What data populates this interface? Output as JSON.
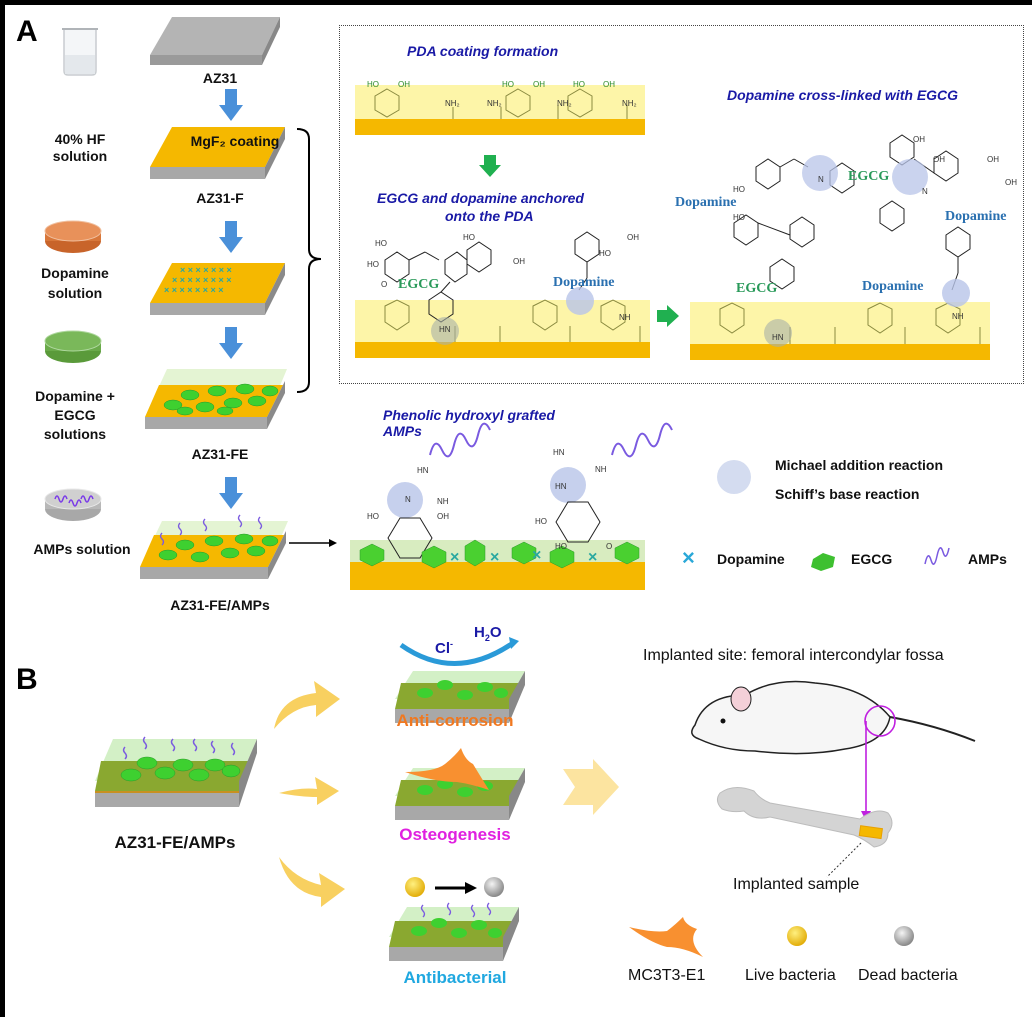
{
  "panels": {
    "a": {
      "letter": "A",
      "steps": [
        {
          "reagent": "",
          "product": "AZ31"
        },
        {
          "reagent": "40% HF\nsolution",
          "product": "AZ31-F",
          "surface_label": "MgF₂ coating"
        },
        {
          "reagent": "Dopamine\nsolution",
          "product": ""
        },
        {
          "reagent": "Dopamine +\nEGCG\nsolutions",
          "product": "AZ31-FE"
        },
        {
          "reagent": "AMPs solution",
          "product": "AZ31-FE/AMPs"
        }
      ],
      "reagent_labels": {
        "hf_line1": "40% HF",
        "hf_line2": "solution",
        "dopamine_line1": "Dopamine",
        "dopamine_line2": "solution",
        "dope_egcg_line1": "Dopamine +",
        "dope_egcg_line2": "EGCG",
        "dope_egcg_line3": "solutions",
        "amps": "AMPs solution"
      },
      "product_labels": {
        "az31": "AZ31",
        "mgf2": "MgF₂ coating",
        "az31_f": "AZ31-F",
        "az31_fe": "AZ31-FE",
        "az31_fe_amps": "AZ31-FE/AMPs"
      },
      "mechanism": {
        "pda_title": "PDA coating formation",
        "anchored_title_line1": "EGCG and dopamine anchored",
        "anchored_title_line2": "onto the PDA",
        "crosslinked_title": "Dopamine cross-linked with EGCG",
        "grafted_title_line1": "Phenolic hydroxyl grafted",
        "grafted_title_line2": "AMPs",
        "egcg_label": "EGCG",
        "dopamine_label": "Dopamine",
        "groups": {
          "ho": "HO",
          "oh": "OH",
          "nh2": "NH₂",
          "nh": "NH",
          "hn": "HN",
          "n": "N",
          "o": "O",
          "h": "H"
        }
      },
      "legend": {
        "reaction_line1": "Michael addition reaction",
        "reaction_line2": "Schiff’s base reaction",
        "dopamine": "Dopamine",
        "egcg": "EGCG",
        "amps": "AMPs"
      }
    },
    "b": {
      "letter": "B",
      "sample_label": "AZ31-FE/AMPs",
      "functions": [
        {
          "label": "Anti-corrosion",
          "color": "#f07820"
        },
        {
          "label": "Osteogenesis",
          "color": "#e020e0"
        },
        {
          "label": "Antibacterial",
          "color": "#20a8e0"
        }
      ],
      "ions": {
        "cl": "Cl",
        "cl_sup": "-",
        "h2o_h": "H",
        "h2o_sub": "2",
        "h2o_o": "O"
      },
      "implant_site": "Implanted  site: femoral intercondylar  fossa",
      "implant_sample": "Implanted  sample",
      "legend": {
        "cell": "MC3T3-E1",
        "live": "Live bacteria",
        "dead": "Dead bacteria"
      }
    }
  },
  "colors": {
    "step_arrow": "#4a90d9",
    "green_arrow": "#20b050",
    "title_blue": "#1a1aa6",
    "gold": "#f5b800",
    "pale_yellow": "#fdf5a8",
    "egcg_green": "#2a9a5a",
    "dopamine_blue": "#2a70b0",
    "highlight": "#b8c4e8",
    "magenta": "#c020e0",
    "yellow_arrow": "#f8d060"
  }
}
